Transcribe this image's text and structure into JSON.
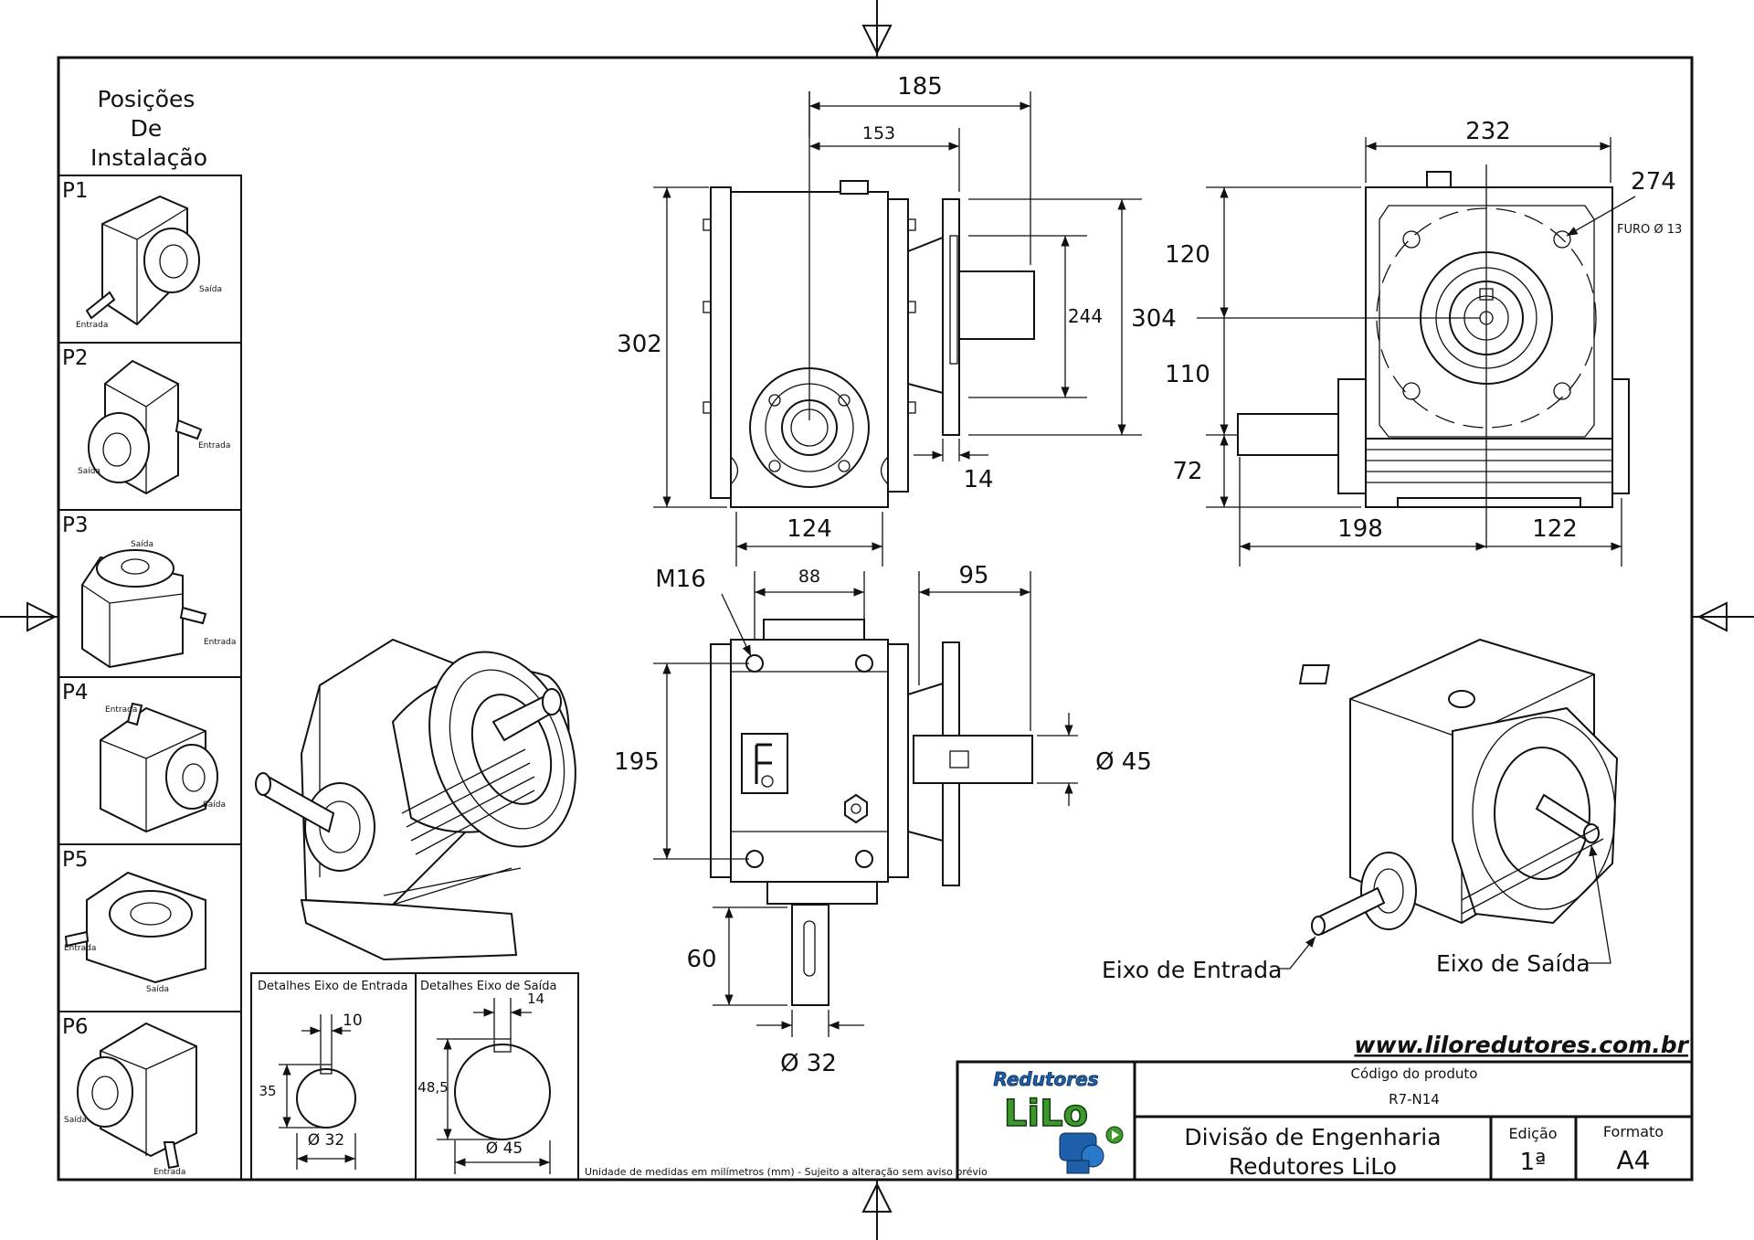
{
  "positions": {
    "title_line1": "Posições",
    "title_line2": "De",
    "title_line3": "Instalação",
    "items": [
      {
        "id": "P1",
        "a": "Entrada",
        "b": "Saída"
      },
      {
        "id": "P2",
        "a": "Saída",
        "b": "Entrada"
      },
      {
        "id": "P3",
        "a": "Saída",
        "b": "Entrada"
      },
      {
        "id": "P4",
        "a": "Entrada",
        "b": "Saída"
      },
      {
        "id": "P5",
        "a": "Entrada",
        "b": "Saída"
      },
      {
        "id": "P6",
        "a": "Saída",
        "b": "Entrada"
      }
    ]
  },
  "front_view": {
    "d185": "185",
    "d153": "153",
    "d302": "302",
    "d244": "244",
    "d304": "304",
    "d14": "14",
    "d124": "124"
  },
  "side_view": {
    "d232": "232",
    "d274": "274",
    "furo": "FURO Ø 13",
    "d120": "120",
    "d110": "110",
    "d72": "72",
    "d198": "198",
    "d122": "122"
  },
  "bottom_view": {
    "m16": "M16",
    "d88": "88",
    "d95": "95",
    "d195": "195",
    "d45": "Ø 45",
    "d60": "60",
    "d32": "Ø 32"
  },
  "labels": {
    "eixo_entrada": "Eixo de Entrada",
    "eixo_saida": "Eixo de Saída"
  },
  "details": {
    "entrada_title": "Detalhes Eixo de Entrada",
    "entrada_key": "10",
    "entrada_height": "35",
    "entrada_dia": "Ø 32",
    "saida_title": "Detalhes Eixo de Saída",
    "saida_key": "14",
    "saida_height": "48,5",
    "saida_dia": "Ø 45"
  },
  "note": "Unidade de medidas em milímetros (mm) - Sujeito a alteração sem aviso prévio",
  "title_block": {
    "website": "www.liloredutores.com.br",
    "logo_top": "Redutores",
    "logo_main": "LiLo",
    "codigo_label": "Código do produto",
    "codigo_value": "R7-N14",
    "division_line1": "Divisão de Engenharia",
    "division_line2": "Redutores LiLo",
    "edicao_label": "Edição",
    "edicao_value": "1ª",
    "formato_label": "Formato",
    "formato_value": "A4"
  },
  "colors": {
    "logo_blue": "#1d5fa8",
    "logo_green": "#3d9a2a",
    "ink": "#111111"
  }
}
